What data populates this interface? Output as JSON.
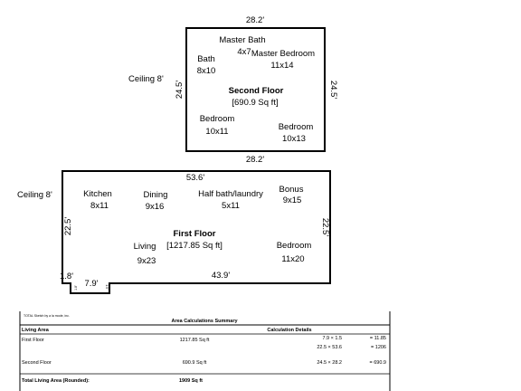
{
  "second_floor": {
    "title": "Second Floor",
    "area": "[690.9 Sq ft]",
    "ceiling": "Ceiling 8'",
    "dims": {
      "top": "28.2'",
      "bottom": "28.2'",
      "left": "24.5'",
      "right": "24.5'"
    },
    "rooms": {
      "master_bath": {
        "name": "Master Bath",
        "size": "4x7"
      },
      "master_bedroom": {
        "name": "Master Bedroom",
        "size": "11x14"
      },
      "bath": {
        "name": "Bath",
        "size": "8x10"
      },
      "bedroom_1": {
        "name": "Bedroom",
        "size": "10x11"
      },
      "bedroom_2": {
        "name": "Bedroom",
        "size": "10x13"
      }
    }
  },
  "first_floor": {
    "title": "First Floor",
    "area": "[1217.85 Sq ft]",
    "ceiling": "Ceiling 8'",
    "dims": {
      "top": "53.6'",
      "left": "22.5'",
      "right": "22.5'",
      "bottom": "43.9'",
      "notch_left": "1.8'",
      "notch_bottom": "7.9'",
      "notch_side": "1.5'",
      "notch_inner": "1.8'"
    },
    "rooms": {
      "kitchen": {
        "name": "Kitchen",
        "size": "8x11"
      },
      "dining": {
        "name": "Dining",
        "size": "9x16"
      },
      "half_bath": {
        "name": "Half bath/laundry",
        "size": "5x11"
      },
      "bonus": {
        "name": "Bonus",
        "size": "9x15"
      },
      "living": {
        "name": "Living",
        "size": "9x23"
      },
      "bedroom": {
        "name": "Bedroom",
        "size": "11x20"
      }
    }
  },
  "summary": {
    "credit": "TOTAL Sketch by a la mode, inc.",
    "title": "Area Calculations Summary",
    "col_living_area": "Living Area",
    "col_calc_details": "Calculation Details",
    "rows": [
      {
        "name": "First Floor",
        "area": "1217.85 Sq ft",
        "calc": [
          "7.9 × 1.5",
          "= 11.85",
          "22.5 × 53.6",
          "= 1206"
        ]
      },
      {
        "name": "Second Floor",
        "area": "690.9 Sq ft",
        "calc": [
          "24.5 × 28.2",
          "= 690.9"
        ]
      }
    ],
    "total_label": "Total Living Area (Rounded):",
    "total_value": "1909 Sq ft"
  }
}
